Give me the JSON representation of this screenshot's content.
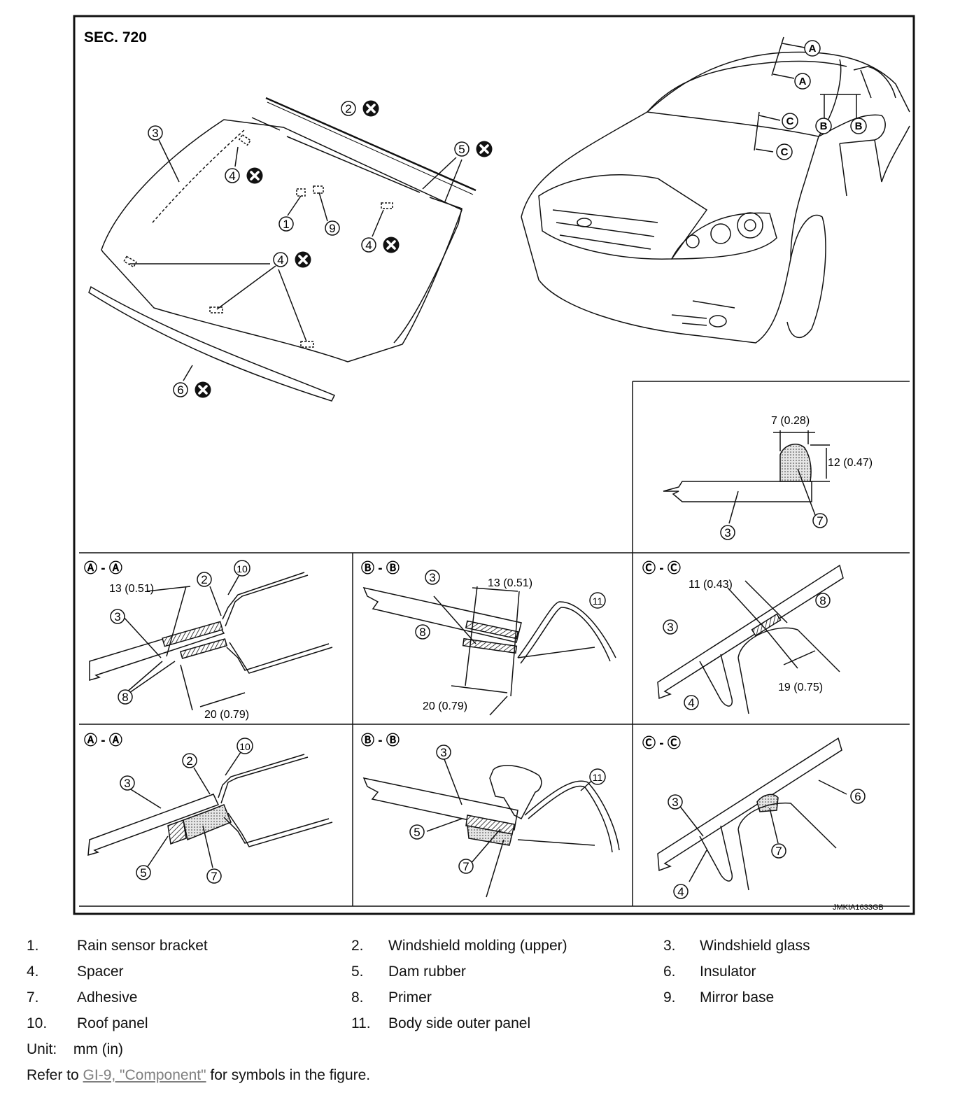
{
  "figure": {
    "section": "SEC. 720",
    "code": "JMKIA1633GB",
    "section_labels": {
      "a": "Ⓐ - Ⓐ",
      "b": "Ⓑ - Ⓑ",
      "c": "Ⓒ - Ⓒ"
    },
    "dimensions": {
      "bead_width": "7 (0.28)",
      "bead_height": "12 (0.47)",
      "a_primer": "13 (0.51)",
      "a_overall": "20 (0.79)",
      "b_primer": "13 (0.51)",
      "b_overall": "20 (0.79)",
      "c_primer": "11 (0.43)",
      "c_overall": "19 (0.75)"
    }
  },
  "legend": [
    [
      {
        "num": "1.",
        "label": "Rain sensor bracket"
      },
      {
        "num": "2.",
        "label": "Windshield molding (upper)"
      },
      {
        "num": "3.",
        "label": "Windshield glass"
      }
    ],
    [
      {
        "num": "4.",
        "label": "Spacer"
      },
      {
        "num": "5.",
        "label": "Dam rubber"
      },
      {
        "num": "6.",
        "label": "Insulator"
      }
    ],
    [
      {
        "num": "7.",
        "label": "Adhesive"
      },
      {
        "num": "8.",
        "label": "Primer"
      },
      {
        "num": "9.",
        "label": "Mirror base"
      }
    ],
    [
      {
        "num": "10.",
        "label": "Roof panel"
      },
      {
        "num": "11.",
        "label": "Body side outer panel"
      }
    ]
  ],
  "footer": {
    "unit_label": "Unit:",
    "unit_value": "mm (in)",
    "refer_prefix": "Refer to ",
    "refer_link": "GI-9, \"Component\"",
    "refer_suffix": " for symbols in the figure."
  },
  "colors": {
    "line": "#1a1a1a",
    "link": "#7f7f7f"
  }
}
